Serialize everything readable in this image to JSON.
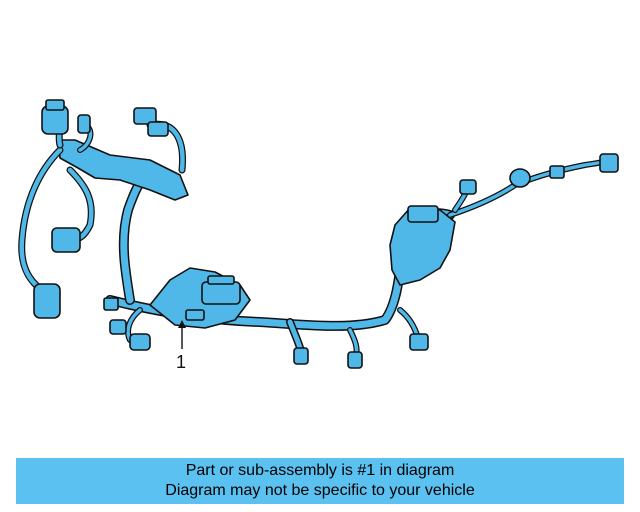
{
  "diagram": {
    "part_color": "#4fb8e8",
    "outline_color": "#111111",
    "callout": "1"
  },
  "banner": {
    "line1": "Part or sub-assembly is #1 in diagram",
    "line2": "Diagram may not be specific to your vehicle",
    "background": "#5bc1f0"
  }
}
